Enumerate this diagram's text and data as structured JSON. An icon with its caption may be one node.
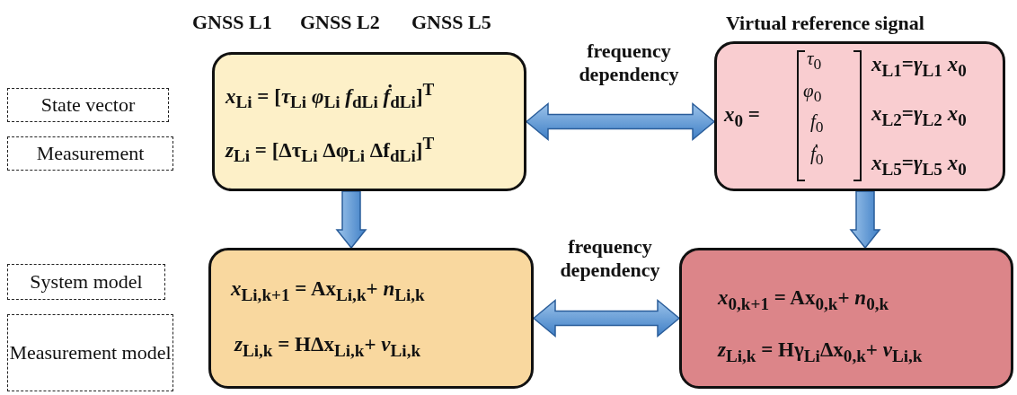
{
  "diagram": {
    "nodes": [
      {
        "text": [
          "*x*$_{Li}$ = [*τ*$_{Li}$   *φ*$_{Li}$   *f*$_{dLi}$   *ḟ*$_{dLi}$]$^{T}$",
          "*z*$_{Li}$ = [Δτ$_{Li}$   Δφ$_{Li}$   Δf$_{dLi}$]$^{T}$"
        ]
      },
      {
        "text": [
          "Virtual reference signal",
          "*x*$_{0}$ =",
          "*τ*$_{0}$",
          "*φ*$_{0}$",
          "*f*$_{0}$",
          "*ḟ*$_{0}$",
          "*x*$_{L1}$=*γ*$_{L1}$ *x*$_{0}$",
          "*x*$_{L2}$=*γ*$_{L2}$ *x*$_{0}$",
          "*x*$_{L5}$=*γ*$_{L5}$ *x*$_{0}$"
        ]
      },
      {
        "text": [
          "*x*$_{Li,k+1}$ = Ax$_{Li,k}$+ *n*$_{Li,k}$",
          "*z*$_{Li,k}$ = HΔx$_{Li,k}$+ *v*$_{Li,k}$"
        ]
      },
      {
        "text": [
          "*x*$_{0,k+1}$ = Ax$_{0,k}$+ *n*$_{0,k}$",
          "*z*$_{Li,k}$ = Hγ$_{Li}$Δx$_{0,k}$+ *v*$_{Li,k}$"
        ]
      },
      {
        "text": [
          "State vector"
        ]
      },
      {
        "text": [
          "Measurement"
        ]
      },
      {
        "text": [
          "System model"
        ]
      },
      {
        "text": [
          "Measurement model"
        ]
      }
    ],
    "edges": [
      {
        "from": 0,
        "to": 1,
        "arrow": "both",
        "label": "frequency dependency"
      },
      {
        "from": 0,
        "to": 2,
        "arrow": "to"
      },
      {
        "from": 1,
        "to": 3,
        "arrow": "to"
      },
      {
        "from": 2,
        "to": 3,
        "arrow": "both",
        "label": "frequency dependency"
      }
    ],
    "labels": [
      "GNSS L1",
      "GNSS L2",
      "GNSS L5"
    ]
  }
}
